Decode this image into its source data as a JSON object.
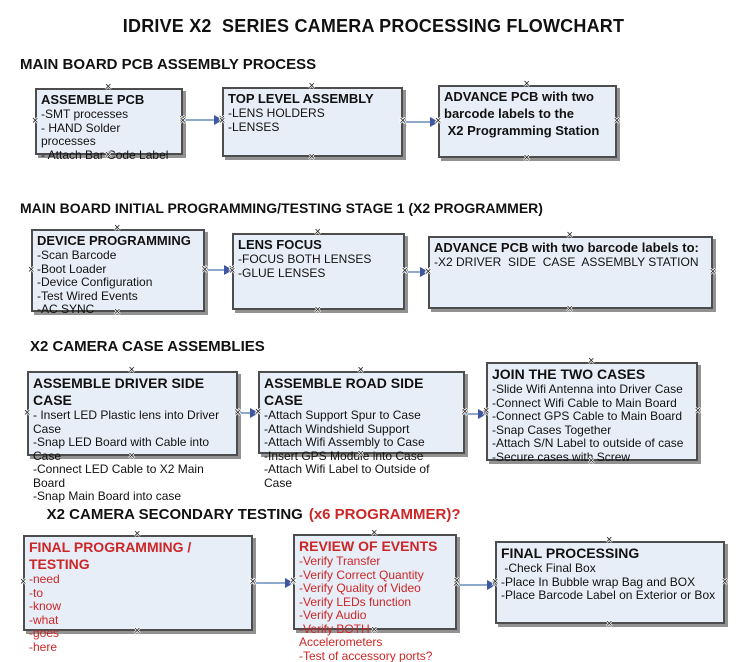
{
  "title": "IDRIVE X2  SERIES CAMERA PROCESSING FLOWCHART",
  "colors": {
    "box_fill": "#E8EEF8",
    "box_border": "#4D4D4D",
    "shadow": "#929292",
    "red": "#CC2626",
    "arrow_line": "#8FA9CB",
    "arrow_head": "#3F56A0"
  },
  "sections": [
    {
      "header": "MAIN BOARD PCB ASSEMBLY PROCESS",
      "boxes": [
        {
          "title": "ASSEMBLE PCB",
          "lines": [
            "-SMT processes",
            "- HAND Solder processes",
            "- Attach Bar Code Label"
          ]
        },
        {
          "title": "TOP LEVEL ASSEMBLY",
          "lines": [
            "-LENS HOLDERS",
            "-LENSES"
          ]
        },
        {
          "title": "ADVANCE PCB with two",
          "lines": [
            "barcode labels to the",
            " X2 Programming Station"
          ]
        }
      ]
    },
    {
      "header": "MAIN BOARD INITIAL PROGRAMMING/TESTING STAGE 1 (X2 PROGRAMMER)",
      "boxes": [
        {
          "title": "DEVICE PROGRAMMING",
          "lines": [
            "-Scan Barcode",
            "-Boot Loader",
            "-Device Configuration",
            "-Test Wired Events",
            "-AC SYNC"
          ]
        },
        {
          "title": "LENS FOCUS",
          "lines": [
            "-FOCUS BOTH LENSES",
            "-GLUE LENSES"
          ]
        },
        {
          "title": "ADVANCE PCB with two barcode labels to:",
          "lines": [
            "-X2 DRIVER  SIDE  CASE  ASSEMBLY STATION"
          ]
        }
      ]
    },
    {
      "header": "X2 CAMERA CASE ASSEMBLIES",
      "boxes": [
        {
          "title": "ASSEMBLE DRIVER SIDE CASE",
          "lines": [
            "- Insert LED Plastic lens into Driver Case",
            "-Snap LED Board with Cable into Case",
            "-Connect LED Cable to X2 Main Board",
            "-Snap Main Board into case"
          ]
        },
        {
          "title": "ASSEMBLE ROAD SIDE CASE",
          "lines": [
            "-Attach Support Spur to Case",
            "-Attach Windshield Support",
            "-Attach Wifi Assembly to Case",
            "-Insert GPS Module into Case",
            "-Attach Wifi Label to Outside of Case"
          ]
        },
        {
          "title": "JOIN THE TWO CASES",
          "lines": [
            "-Slide Wifi Antenna into Driver Case",
            "-Connect Wifi Cable to Main Board",
            "-Connect GPS Cable to Main Board",
            "-Snap Cases Together",
            "-Attach S/N Label to outside of case",
            "-Secure cases with Screw"
          ]
        }
      ]
    },
    {
      "header": "X2 CAMERA SECONDARY TESTING",
      "header_suffix": "(x6 PROGRAMMER)?",
      "boxes": [
        {
          "title": "FINAL PROGRAMMING / TESTING",
          "lines": [
            "-need",
            "-to",
            "-know",
            "-what",
            "-goes",
            "-here"
          ]
        },
        {
          "title": "REVIEW OF EVENTS",
          "lines": [
            "-Verify Transfer",
            "-Verify Correct Quantity",
            "-Verify Quality of Video",
            "-Verify LEDs function",
            "-Verify Audio",
            "-Verify BOTH Accelerometers",
            "-Test of accessory ports?"
          ]
        },
        {
          "title": "FINAL PROCESSING",
          "lines": [
            " -Check Final Box",
            "-Place In Bubble wrap Bag and BOX",
            "-Place Barcode Label on Exterior or Box"
          ]
        }
      ]
    }
  ]
}
